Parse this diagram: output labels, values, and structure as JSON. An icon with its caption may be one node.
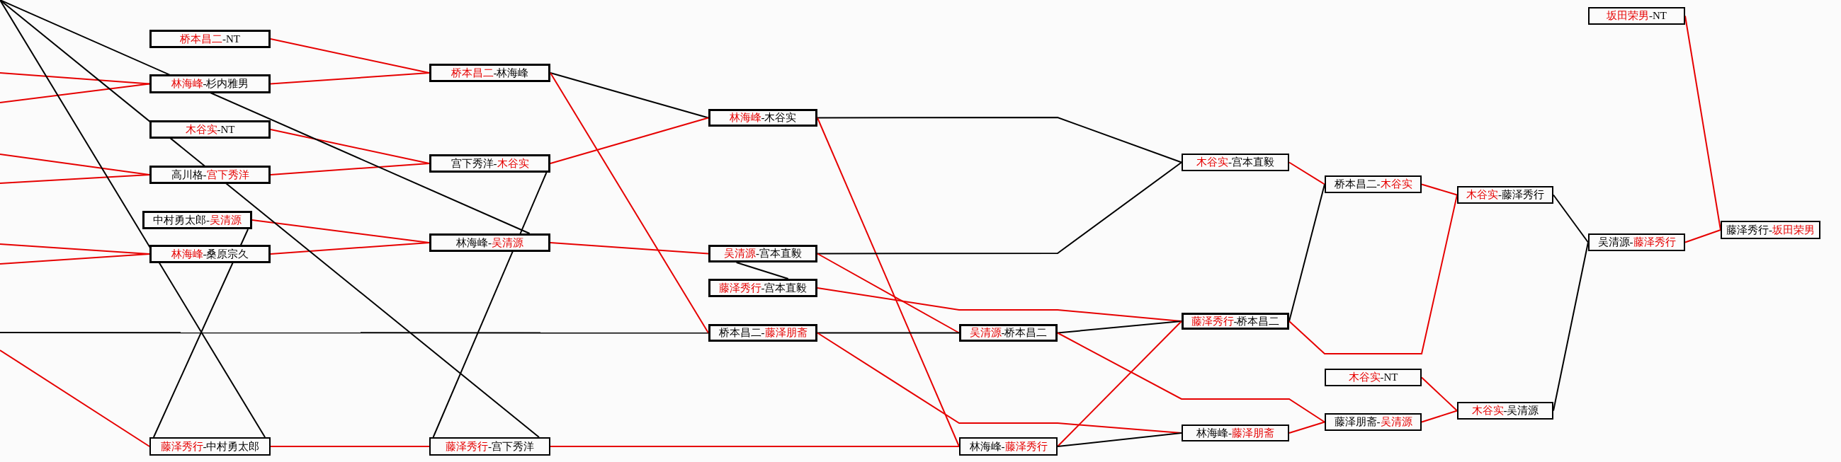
{
  "diagram": {
    "nodes": [
      {
        "text": [
          "桥本昌二-NT"
        ]
      },
      {
        "text": [
          "林海峰-杉内雅男"
        ]
      },
      {
        "text": [
          "木谷实-NT"
        ]
      },
      {
        "text": [
          "高川格-宫下秀洋"
        ]
      },
      {
        "text": [
          "中村勇太郎-吴清源"
        ]
      },
      {
        "text": [
          "林海峰-桑原宗久"
        ]
      },
      {
        "text": [
          "藤泽秀行-中村勇太郎"
        ]
      },
      {
        "text": [
          "桥本昌二-林海峰"
        ]
      },
      {
        "text": [
          "宫下秀洋-木谷实"
        ]
      },
      {
        "text": [
          "林海峰-吴清源"
        ]
      },
      {
        "text": [
          "藤泽秀行-宫下秀洋"
        ]
      },
      {
        "text": [
          "林海峰-木谷实"
        ]
      },
      {
        "text": [
          "吴清源-宫本直毅"
        ]
      },
      {
        "text": [
          "藤泽秀行-宫本直毅"
        ]
      },
      {
        "text": [
          "桥本昌二-藤泽朋斋"
        ]
      },
      {
        "text": [
          "吴清源-桥本昌二"
        ]
      },
      {
        "text": [
          "林海峰-藤泽秀行"
        ]
      },
      {
        "text": [
          "木谷实-宫本直毅"
        ]
      },
      {
        "text": [
          "藤泽秀行-桥本昌二"
        ]
      },
      {
        "text": [
          "林海峰-藤泽朋斋"
        ]
      },
      {
        "text": [
          "桥本昌二-木谷实"
        ]
      },
      {
        "text": [
          "木谷实-NT"
        ]
      },
      {
        "text": [
          "藤泽朋斋-吴清源"
        ]
      },
      {
        "text": [
          "木谷实-藤泽秀行"
        ]
      },
      {
        "text": [
          "木谷实-吴清源"
        ]
      },
      {
        "text": [
          "坂田荣男-NT"
        ]
      },
      {
        "text": [
          "吴清源-藤泽秀行"
        ]
      },
      {
        "text": [
          "藤泽秀行-坂田荣男"
        ]
      }
    ],
    "edges": [
      {
        "from": null,
        "to": 1,
        "arrow": "none"
      },
      {
        "from": null,
        "to": 1,
        "arrow": "none"
      },
      {
        "from": null,
        "to": 3,
        "arrow": "none"
      },
      {
        "from": null,
        "to": 3,
        "arrow": "none"
      },
      {
        "from": null,
        "to": 5,
        "arrow": "none"
      },
      {
        "from": null,
        "to": 5,
        "arrow": "none"
      },
      {
        "from": null,
        "to": 6,
        "arrow": "none"
      },
      {
        "from": null,
        "to": 14,
        "arrow": "none",
        "color": "#000000"
      },
      {
        "from": 0,
        "to": 7,
        "arrow": "none"
      },
      {
        "from": 1,
        "to": 7,
        "arrow": "none"
      },
      {
        "from": 2,
        "to": 8,
        "arrow": "none"
      },
      {
        "from": 3,
        "to": 8,
        "arrow": "none"
      },
      {
        "from": 4,
        "to": 9,
        "arrow": "none"
      },
      {
        "from": 4,
        "to": 6,
        "arrow": "none",
        "color": "#000000"
      },
      {
        "from": 5,
        "to": 9,
        "arrow": "none"
      },
      {
        "from": 6,
        "to": 10,
        "arrow": "none"
      },
      {
        "from": 6,
        "to": null,
        "arrow": "none",
        "color": "#000000"
      },
      {
        "from": 7,
        "to": 11,
        "arrow": "none",
        "color": "#000000"
      },
      {
        "from": 7,
        "to": 14,
        "arrow": "none"
      },
      {
        "from": 8,
        "to": 11,
        "arrow": "none"
      },
      {
        "from": 8,
        "to": 10,
        "arrow": "none",
        "color": "#000000"
      },
      {
        "from": 9,
        "to": 12,
        "arrow": "none"
      },
      {
        "from": 9,
        "to": null,
        "arrow": "none",
        "color": "#000000"
      },
      {
        "from": 10,
        "to": 16,
        "arrow": "none"
      },
      {
        "from": 10,
        "to": null,
        "arrow": "none",
        "color": "#000000"
      },
      {
        "from": 11,
        "to": 17,
        "arrow": "none",
        "color": "#000000"
      },
      {
        "from": 11,
        "to": 16,
        "arrow": "none"
      },
      {
        "from": 12,
        "to": 17,
        "arrow": "none",
        "color": "#000000"
      },
      {
        "from": 12,
        "to": 15,
        "arrow": "none"
      },
      {
        "from": 13,
        "to": 18,
        "arrow": "none"
      },
      {
        "from": 13,
        "to": 12,
        "arrow": "none",
        "color": "#000000"
      },
      {
        "from": 14,
        "to": 15,
        "arrow": "none",
        "color": "#000000"
      },
      {
        "from": 14,
        "to": 19,
        "arrow": "none"
      },
      {
        "from": 15,
        "to": 18,
        "arrow": "none",
        "color": "#000000"
      },
      {
        "from": 15,
        "to": 22,
        "arrow": "none"
      },
      {
        "from": 16,
        "to": 18,
        "arrow": "none"
      },
      {
        "from": 16,
        "to": 19,
        "arrow": "none",
        "color": "#000000"
      },
      {
        "from": 17,
        "to": 20,
        "arrow": "none"
      },
      {
        "from": 18,
        "to": 20,
        "arrow": "none",
        "color": "#000000"
      },
      {
        "from": 18,
        "to": 23,
        "arrow": "none"
      },
      {
        "from": 19,
        "to": 22,
        "arrow": "none"
      },
      {
        "from": 20,
        "to": 23,
        "arrow": "none"
      },
      {
        "from": 21,
        "to": 24,
        "arrow": "none"
      },
      {
        "from": 22,
        "to": 24,
        "arrow": "none"
      },
      {
        "from": 23,
        "to": 26,
        "arrow": "none",
        "color": "#000000"
      },
      {
        "from": 24,
        "to": 26,
        "arrow": "none",
        "color": "#000000"
      },
      {
        "from": 25,
        "to": 27,
        "arrow": "none"
      },
      {
        "from": 26,
        "to": 27,
        "arrow": "none"
      }
    ]
  }
}
